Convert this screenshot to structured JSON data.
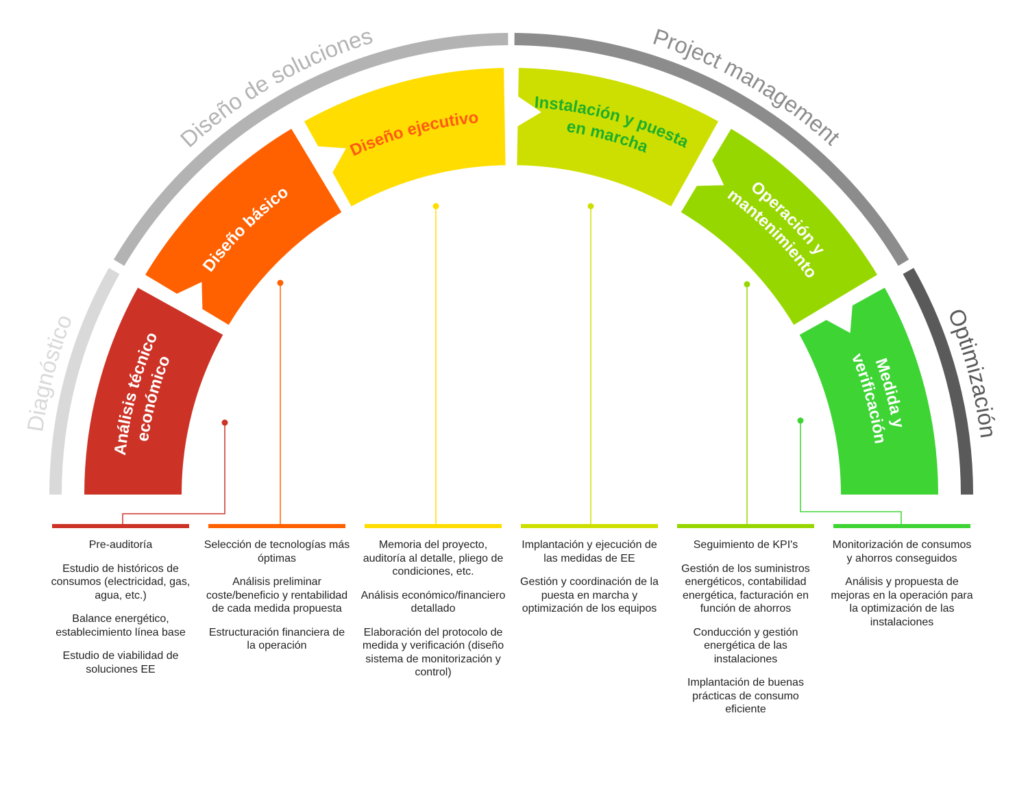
{
  "phases": [
    {
      "label": "Diagnóstico",
      "color": "#d9d9d9"
    },
    {
      "label": "Diseño de soluciones",
      "color": "#b3b3b3"
    },
    {
      "label": "Project management",
      "color": "#8c8c8c"
    },
    {
      "label": "Optimización",
      "color": "#5a5a5a"
    }
  ],
  "stages": [
    {
      "lines": [
        "Análisis técnico",
        "económico"
      ],
      "color": "#cc3326",
      "text_color": "#ffffff",
      "items": [
        "Pre-auditoría",
        "Estudio de históricos de consumos (electricidad, gas, agua, etc.)",
        "Balance energético, establecimiento línea base",
        "Estudio de viabilidad de soluciones EE"
      ]
    },
    {
      "lines": [
        "Diseño básico"
      ],
      "color": "#ff6000",
      "text_color": "#ffffff",
      "items": [
        "Selección de tecnologías más óptimas",
        "Análisis preliminar coste/beneficio y rentabilidad de cada medida propuesta",
        "Estructuración financiera de la operación"
      ]
    },
    {
      "lines": [
        "Diseño ejecutivo"
      ],
      "color": "#ffdd00",
      "text_color": "#ff5a14",
      "items": [
        "Memoria del proyecto, auditoría al detalle, pliego de condiciones, etc.",
        "Análisis económico/financiero detallado",
        "Elaboración del protocolo de medida y verificación (diseño sistema de monitorización y control)"
      ]
    },
    {
      "lines": [
        "Instalación y puesta",
        "en marcha"
      ],
      "color": "#cddf00",
      "text_color": "#1fae2a",
      "items": [
        "Implantación y ejecución de las medidas de EE",
        "Gestión y coordinación de la puesta en marcha y optimización de los equipos"
      ]
    },
    {
      "lines": [
        "Operación y",
        "mantenimiento"
      ],
      "color": "#97d700",
      "text_color": "#ffffff",
      "items": [
        "Seguimiento de KPI's",
        "Gestión de los suministros energéticos, contabilidad energética, facturación en función de ahorros",
        "Conducción y gestión energética de las instalaciones",
        "Implantación de buenas prácticas de consumo eficiente"
      ]
    },
    {
      "lines": [
        "Medida y",
        "verificación"
      ],
      "color": "#3dd434",
      "text_color": "#ffffff",
      "items": [
        "Monitorización de consumos y ahorros conseguidos",
        "Análisis y propuesta de mejoras en la operación para la optimización de las instalaciones"
      ]
    }
  ]
}
